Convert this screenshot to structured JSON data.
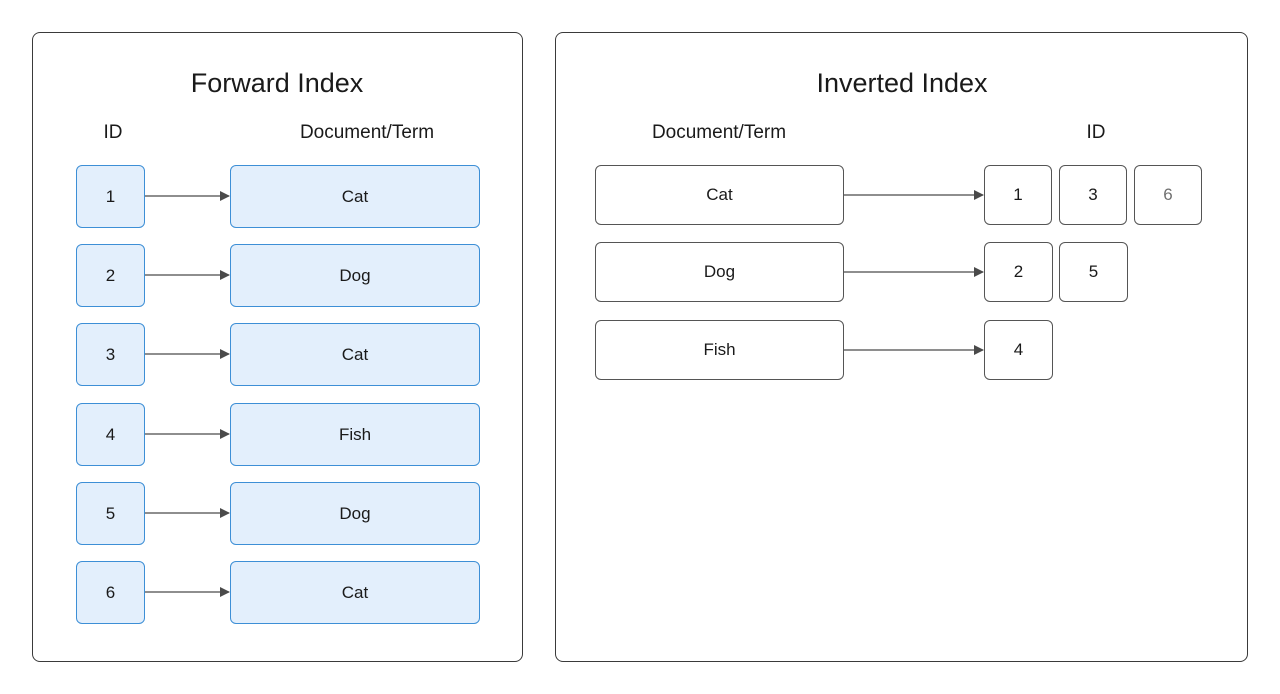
{
  "forward": {
    "title": "Forward Index",
    "id_header": "ID",
    "term_header": "Document/Term",
    "rows": [
      {
        "id": "1",
        "term": "Cat"
      },
      {
        "id": "2",
        "term": "Dog"
      },
      {
        "id": "3",
        "term": "Cat"
      },
      {
        "id": "4",
        "term": "Fish"
      },
      {
        "id": "5",
        "term": "Dog"
      },
      {
        "id": "6",
        "term": "Cat"
      }
    ]
  },
  "inverted": {
    "title": "Inverted Index",
    "term_header": "Document/Term",
    "id_header": "ID",
    "rows": [
      {
        "term": "Cat",
        "ids": [
          "1",
          "3",
          "6"
        ]
      },
      {
        "term": "Dog",
        "ids": [
          "2",
          "5"
        ]
      },
      {
        "term": "Fish",
        "ids": [
          "4"
        ]
      }
    ]
  },
  "colors": {
    "forward_box_fill": "#e3effc",
    "forward_box_border": "#3d8fd6",
    "panel_border": "#3a3a3a",
    "arrow": "#4a4a4a"
  }
}
